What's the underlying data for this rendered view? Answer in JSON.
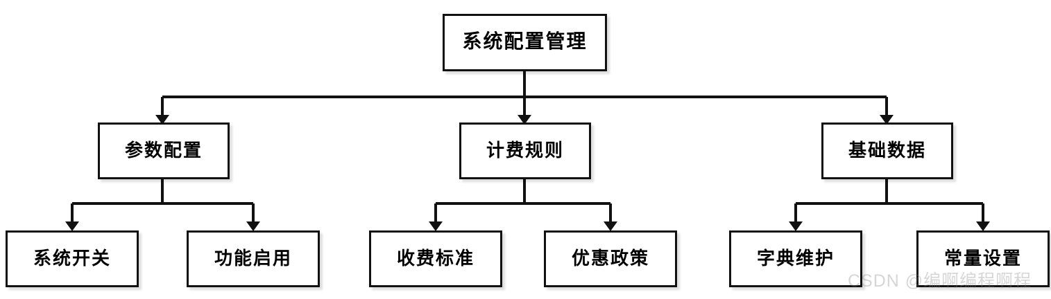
{
  "diagram": {
    "type": "tree-hierarchy",
    "title": "系统配置管理",
    "orientation": "top-down",
    "colors": {
      "node_border": "#111111",
      "node_fill": "#ffffff",
      "edge": "#111111",
      "background": "#ffffff",
      "watermark": "#828282"
    },
    "root": {
      "label": "系统配置管理"
    },
    "branches": [
      {
        "label": "参数配置",
        "children": [
          {
            "label": "系统开关"
          },
          {
            "label": "功能启用"
          }
        ]
      },
      {
        "label": "计费规则",
        "children": [
          {
            "label": "收费标准"
          },
          {
            "label": "优惠政策"
          }
        ]
      },
      {
        "label": "基础数据",
        "children": [
          {
            "label": "字典维护"
          },
          {
            "label": "常量设置"
          }
        ]
      }
    ]
  },
  "watermark": {
    "text": "CSDN @编啊编程啊程"
  }
}
